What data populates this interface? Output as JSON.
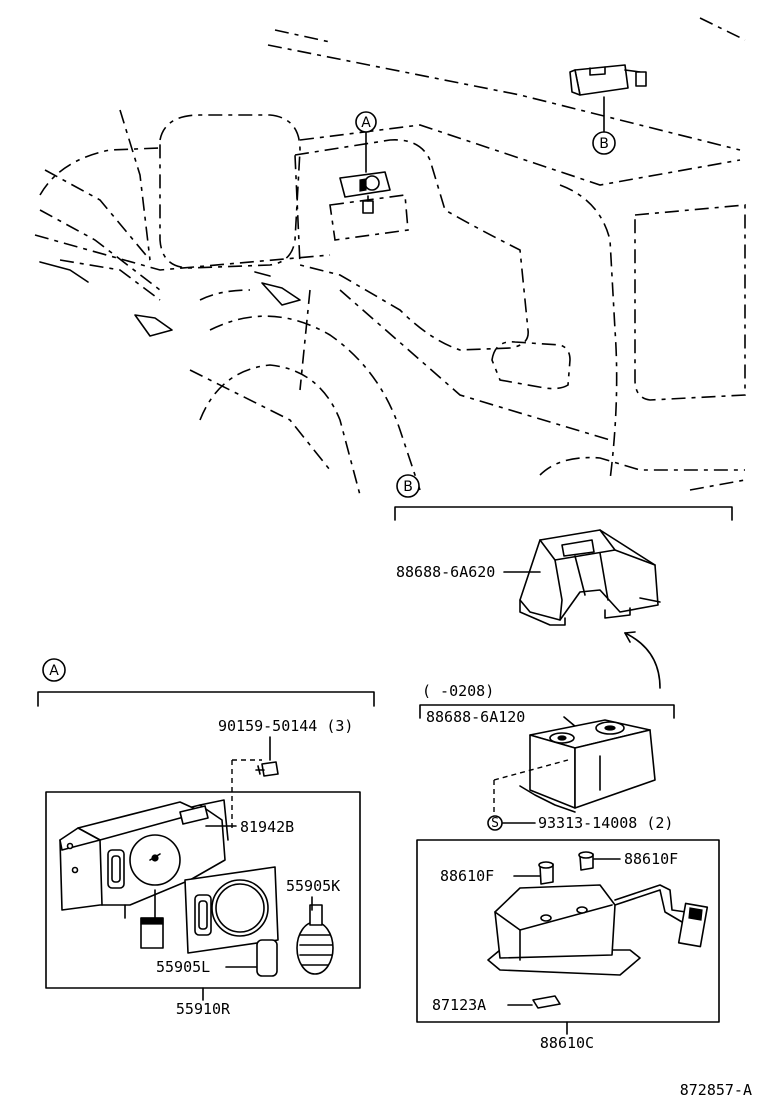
{
  "diagram": {
    "figure_number": "872857-A",
    "callouts": {
      "a": "A",
      "b": "B",
      "s": "S"
    },
    "section_b": {
      "upper_part": "88688-6A620",
      "date_range": "(   -0208)",
      "lower_part": "88688-6A120",
      "screw": "93313-14008 (2)",
      "plug_right": "88610F",
      "plug_left": "88610F",
      "clip": "87123A",
      "assembly": "88610C"
    },
    "section_a": {
      "screw": "90159-50144 (3)",
      "panel": "81942B",
      "knob": "55905K",
      "knob_small": "55905L",
      "assembly": "55910R"
    }
  }
}
